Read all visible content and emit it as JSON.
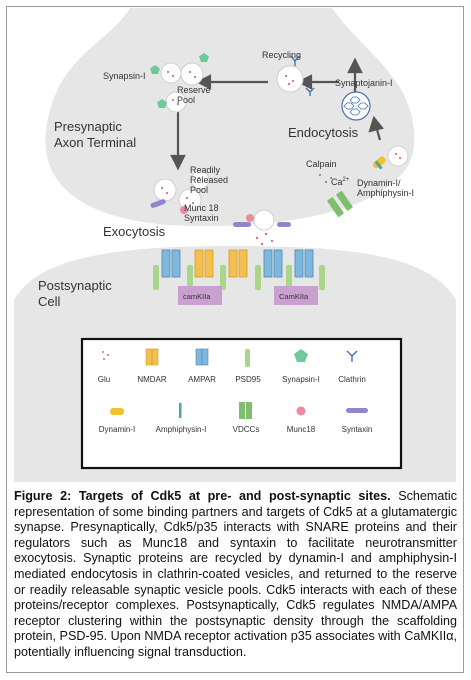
{
  "labels": {
    "synapsin": "Synapsin-I",
    "reserve_pool": [
      "Reserve",
      "Pool"
    ],
    "recycling": "Recycling",
    "synaptojanin": "Synaptojanin-I",
    "presynaptic": [
      "Presynaptic",
      "Axon Terminal"
    ],
    "endocytosis": "Endocytosis",
    "readily_released": [
      "Readily",
      "Released",
      "Pool"
    ],
    "calpain": "Calpain",
    "ca": "Ca",
    "ca_sup": "2+",
    "dynamin_amph": [
      "Dynamin-I/",
      "Amphiphysin-I"
    ],
    "munc_syntaxin": [
      "Munc 18",
      "Syntaxin"
    ],
    "exocytosis": "Exocytosis",
    "postsynaptic": [
      "Postsynaptic",
      "Cell"
    ],
    "camkii_1": "camKIIa",
    "camkii_2": "CamKIIa"
  },
  "legend": {
    "row1": [
      "Glu",
      "NMDAR",
      "AMPAR",
      "PSD95",
      "Synapsin-I",
      "Clathrin"
    ],
    "row2": [
      "Dynamin-I",
      "Amphiphysin-I",
      "VDCCs",
      "Munc18",
      "Syntaxin"
    ]
  },
  "colors": {
    "membrane": "#e6e6e6",
    "nmdar": "#f2c04e",
    "ampar": "#7fb8df",
    "psd95": "#a9d68a",
    "synapsin": "#6fc99a",
    "clathrin": "#4a6fb0",
    "dynamin": "#f3c02e",
    "amphiphysin": "#4aa6a0",
    "vddc": "#7dbf6c",
    "munc18": "#ec8aa0",
    "syntaxin": "#8f86cf",
    "camkii": "#c9a0cf",
    "glu": "#e0679b"
  },
  "caption": {
    "title": "Figure 2: Targets of Cdk5 at pre- and post-synaptic sites.",
    "body": "Schematic representation of some binding partners and targets of Cdk5 at a glutamatergic synapse. Presynaptically, Cdk5/p35 interacts with SNARE proteins and their regulators such as Munc18 and syntaxin to facilitate neurotransmitter exocytosis. Synaptic proteins are recycled by dynamin-I and amphiphysin-I mediated endocytosis in clathrin-coated vesicles, and returned to the reserve or readily releasable synaptic vesicle pools. Cdk5 interacts with each of these proteins/receptor complexes. Postsynaptically, Cdk5 regulates NMDA/AMPA receptor clustering within the postsynaptic density through the scaffolding protein, PSD-95. Upon NMDA receptor activation p35 associates with CaMKIIα, potentially influencing signal transduction."
  }
}
